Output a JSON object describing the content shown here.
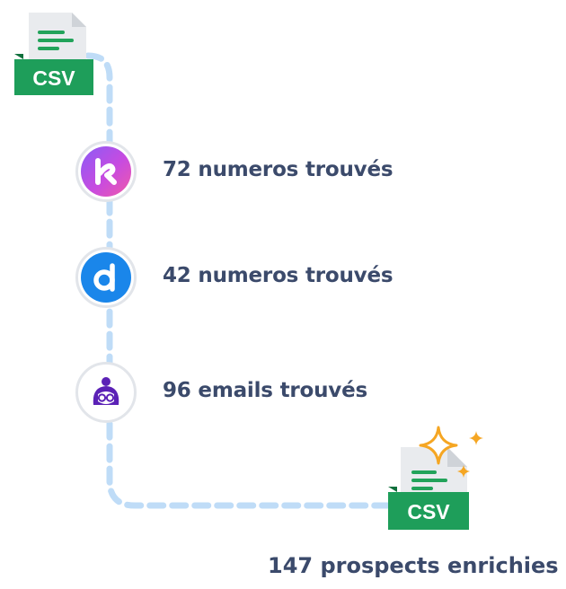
{
  "file_badge_top": {
    "label": "CSV",
    "color": "#1e9e5a"
  },
  "file_badge_bottom": {
    "label": "CSV",
    "color": "#1e9e5a"
  },
  "steps": [
    {
      "icon": "kaspr-logo-icon",
      "text": "72 numeros trouvés"
    },
    {
      "icon": "dropcontact-logo-icon",
      "text": "42 numeros trouvés"
    },
    {
      "icon": "hunter-avatar-icon",
      "text": "96 emails trouvés"
    }
  ],
  "result": {
    "text": "147 prospects enrichies"
  },
  "colors": {
    "text": "#3b4a6b",
    "connector": "#bfdcf7",
    "sparkle": "#f5a623"
  }
}
